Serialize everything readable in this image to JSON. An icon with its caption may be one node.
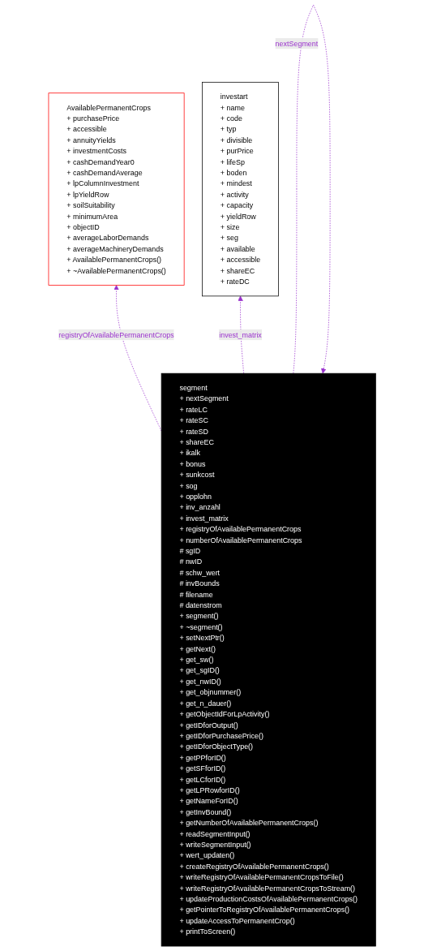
{
  "diagram": {
    "nodes": [
      {
        "text": [
          "AvailablePermanentCrops",
          "+ purchasePrice",
          "+ accessible",
          "+ annuityYields",
          "+ investmentCosts",
          "+ cashDemandYear0",
          "+ cashDemandAverage",
          "+ lpColumnInvestment",
          "+ lpYieldRow",
          "+ soilSuitability",
          "+ minimumArea",
          "+ objectID",
          "+ averageLaborDemands",
          "+ averageMachineryDemands",
          "+ AvailablePermanentCrops()",
          "+ ~AvailablePermanentCrops()"
        ]
      },
      {
        "text": [
          "investart",
          "+ name",
          "+ code",
          "+ typ",
          "+ divisible",
          "+ purPrice",
          "+ lifeSp",
          "+ boden",
          "+ mindest",
          "+ activity",
          "+ capacity",
          "+ yieldRow",
          "+ size",
          "+ seg",
          "+ available",
          "+ accessible",
          "+ shareEC",
          "+ rateDC"
        ]
      },
      {
        "text": [
          "segment",
          "+ nextSegment",
          "+ rateLC",
          "+ rateSC",
          "+ rateSD",
          "+ shareEC",
          "+ ikalk",
          "+ bonus",
          "+ sunkcost",
          "+ sog",
          "+ opplohn",
          "+ inv_anzahl",
          "+ invest_matrix",
          "+ registryOfAvailablePermanentCrops",
          "+ numberOfAvailablePermanentCrops",
          "# sgID",
          "# nwID",
          "# schw_wert",
          "# invBounds",
          "# filename",
          "# datenstrom",
          "+ segment()",
          "+ ~segment()",
          "+ setNextPtr()",
          "+ getNext()",
          "+ get_sw()",
          "+ get_sgID()",
          "+ get_nwID()",
          "+ get_objnummer()",
          "+ get_n_dauer()",
          "+ getObjectIdForLpActivity()",
          "+ getIDforOutput()",
          "+ getIDforPurchasePrice()",
          "+ getIDforObjectType()",
          "+ getPPforID()",
          "+ getSFforID()",
          "+ getLCforID()",
          "+ getLPRowforID()",
          "+ getNameForID()",
          "+ getInvBound()",
          "+ getNumberOfAvailablePermanentCrops()",
          "+ readSegmentInput()",
          "+ writeSegmentInput()",
          "+ wert_updaten()",
          "+ createRegistryOfAvailablePermanentCrops()",
          "+ writeRegistryOfAvailablePermanentCropsToFile()",
          "+ writeRegistryOfAvailablePermanentCropsToStream()",
          "+ updateProductionCostsOfAvailablePermanentCrops()",
          "+ getPointerToRegistryOfAvailablePermanentCrops()",
          "+ updateAccessToPermanentCrop()",
          "+ printToScreen()"
        ]
      }
    ],
    "edges": [
      {
        "from": 2,
        "to": 0,
        "arrow": "to",
        "label": "registryOfAvailablePermanentCrops",
        "style": "dashed"
      },
      {
        "from": 2,
        "to": 1,
        "arrow": "to",
        "label": "invest_matrix",
        "style": "dashed"
      },
      {
        "from": 2,
        "to": 2,
        "arrow": "to",
        "label": "nextSegment",
        "style": "dashed"
      }
    ]
  }
}
